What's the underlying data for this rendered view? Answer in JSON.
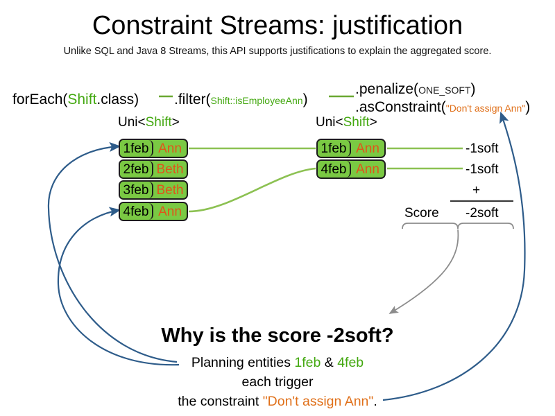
{
  "header": {
    "title": "Constraint Streams: justification",
    "subtitle": "Unlike SQL and Java 8 Streams, this API supports justifications to explain the aggregated score."
  },
  "pipeline": {
    "foreach": {
      "prefix": "forEach(",
      "type": "Shift",
      "suffix": ".class)"
    },
    "filter": {
      "prefix": ".filter(",
      "method_ref": "Shift::isEmployeeAnn",
      "suffix": ")"
    },
    "penalize": {
      "prefix": ".penalize(",
      "level": "ONE_SOFT",
      "suffix": ")"
    },
    "as_constraint": {
      "prefix": ".asConstraint(",
      "constraint_name": "\"Don't assign Ann\"",
      "suffix": ")"
    }
  },
  "streams": {
    "left": {
      "label_prefix": "Uni<",
      "label_type": "Shift",
      "label_suffix": ">",
      "rows": [
        {
          "date": "1feb",
          "employee": "Ann"
        },
        {
          "date": "2feb",
          "employee": "Beth"
        },
        {
          "date": "3feb",
          "employee": "Beth"
        },
        {
          "date": "4feb",
          "employee": "Ann"
        }
      ]
    },
    "right": {
      "label_prefix": "Uni<",
      "label_type": "Shift",
      "label_suffix": ">",
      "rows": [
        {
          "date": "1feb",
          "employee": "Ann"
        },
        {
          "date": "4feb",
          "employee": "Ann"
        }
      ]
    }
  },
  "score": {
    "impacts": [
      "-1soft",
      "-1soft"
    ],
    "operator": "+",
    "label": "Score",
    "total": "-2soft"
  },
  "explanation": {
    "heading": "Why is the score -2soft?",
    "line1_prefix": "Planning entities ",
    "line1_entity_a": "1feb",
    "line1_amp": " & ",
    "line1_entity_b": "4feb",
    "line2": "each trigger",
    "line3_prefix": "the constraint ",
    "line3_constraint": "\"Don't assign Ann\"",
    "line3_suffix": "."
  },
  "colors": {
    "shift_box_fill": "#7ac943",
    "shift_box_border": "#1d1d1d",
    "type_green": "#43a810",
    "employee_orange": "#e0551a",
    "constraint_orange": "#e0701a",
    "connector_green": "#8cc152",
    "justification_blue": "#2e5c8a",
    "brace_gray": "#8c8c8c"
  }
}
